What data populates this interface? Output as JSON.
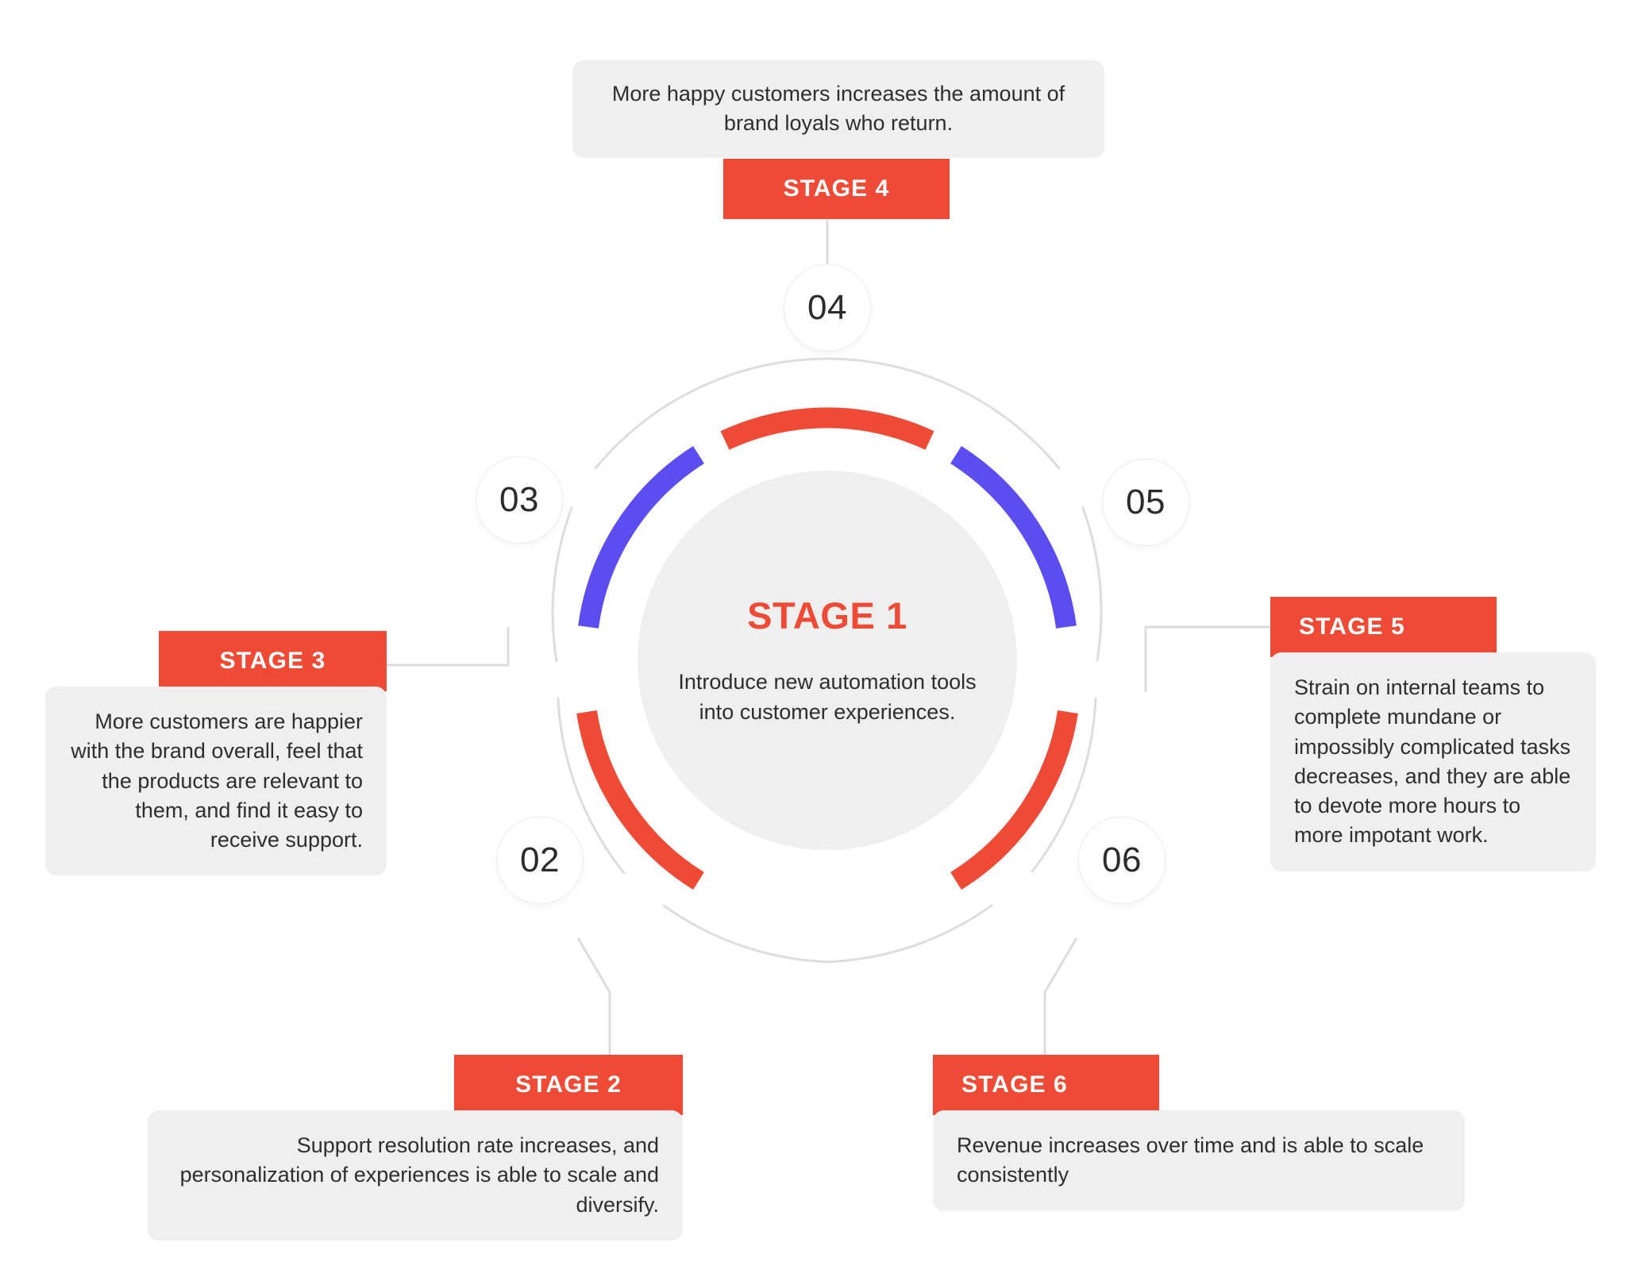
{
  "theme": {
    "accent_red": "#EF4A35",
    "accent_blue": "#5B4DF0",
    "card_gray": "#EFEFEF",
    "line_gray": "#DCDCDC",
    "text_dark": "#2E2E2E",
    "page_background": "#FFFFFF"
  },
  "diagram": {
    "type": "circular-stage-cycle",
    "center": {
      "title": "STAGE 1",
      "body": "Introduce new automation tools into customer experiences."
    },
    "nodes": [
      {
        "id": "node-02",
        "label": "02",
        "angle_deg": 215
      },
      {
        "id": "node-03",
        "label": "03",
        "angle_deg": 145
      },
      {
        "id": "node-04",
        "label": "04",
        "angle_deg": 90
      },
      {
        "id": "node-05",
        "label": "05",
        "angle_deg": 35
      },
      {
        "id": "node-06",
        "label": "06",
        "angle_deg": 325
      }
    ],
    "arcs": [
      {
        "id": "arc-top-red",
        "color": "#EF4A35",
        "position": "top"
      },
      {
        "id": "arc-left-blue",
        "color": "#5B4DF0",
        "position": "upper-left"
      },
      {
        "id": "arc-right-blue",
        "color": "#5B4DF0",
        "position": "upper-right"
      },
      {
        "id": "arc-lower-left-red",
        "color": "#EF4A35",
        "position": "lower-left"
      },
      {
        "id": "arc-lower-right-red",
        "color": "#EF4A35",
        "position": "lower-right"
      }
    ]
  },
  "stages": [
    {
      "key": "stage2",
      "chip_label": "STAGE 2",
      "body": "Support resolution rate increases, and personalization of experiences is able to scale and diversify."
    },
    {
      "key": "stage3",
      "chip_label": "STAGE 3",
      "body": "More customers are happier with the brand overall, feel that the products are relevant to them, and find it easy to receive support."
    },
    {
      "key": "stage4",
      "chip_label": "STAGE 4",
      "body": "More happy customers increases the amount of brand loyals who return."
    },
    {
      "key": "stage5",
      "chip_label": "STAGE 5",
      "body": "Strain on internal teams to complete mundane or impossibly complicated tasks  decreases, and they are able to devote more hours to more impotant work."
    },
    {
      "key": "stage6",
      "chip_label": "STAGE 6",
      "body": "Revenue increases over time and is able to scale consistently"
    }
  ]
}
